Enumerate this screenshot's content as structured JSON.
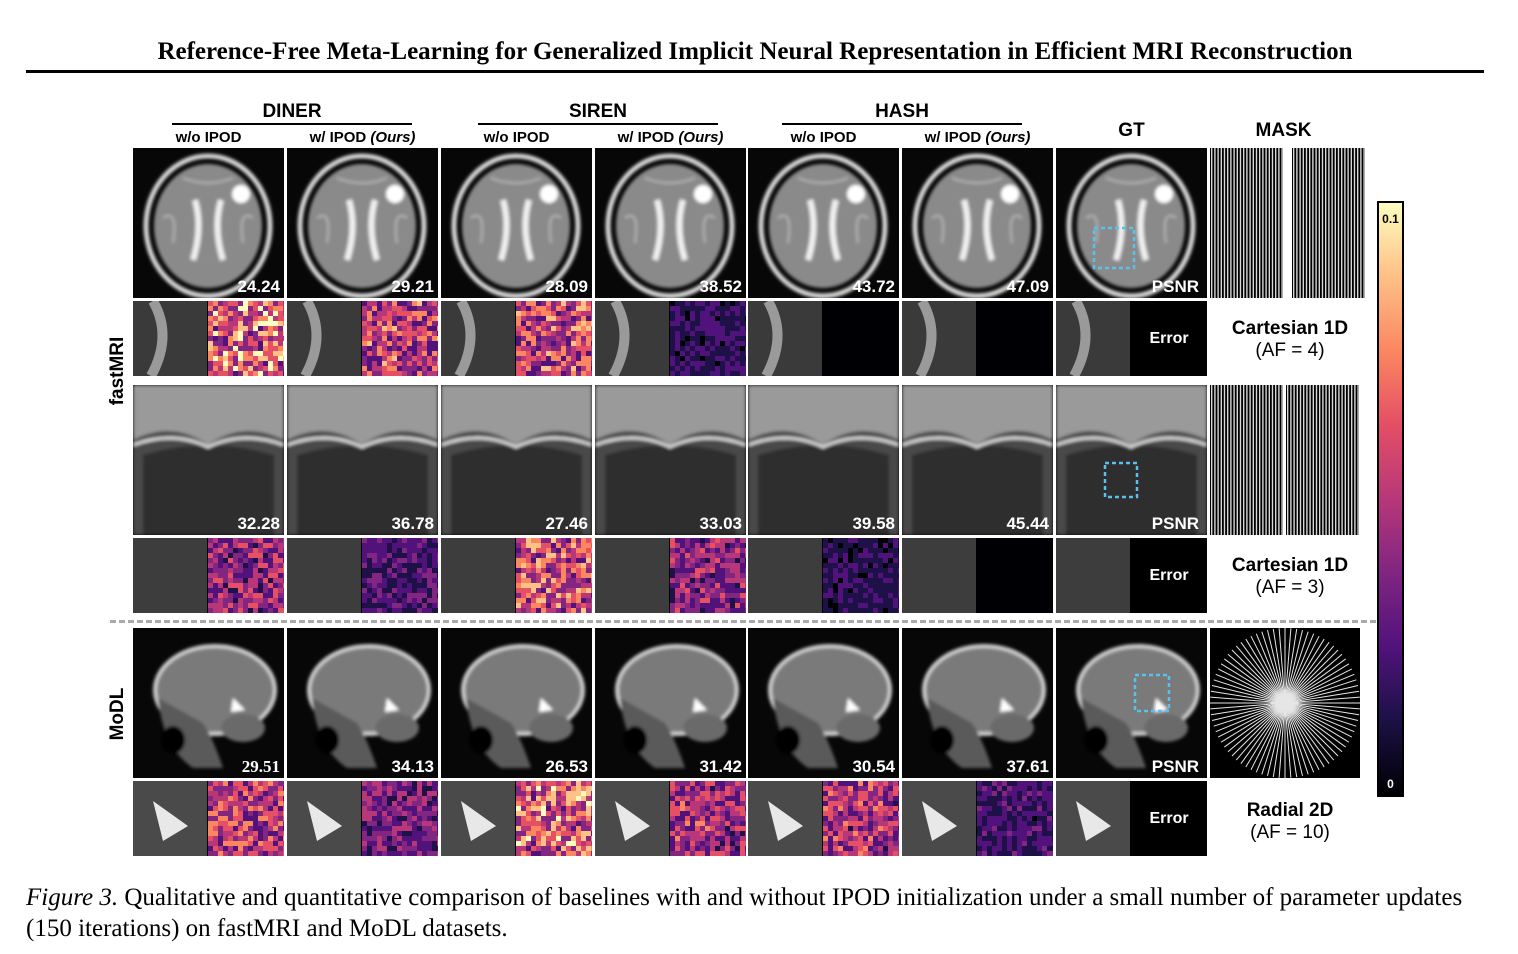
{
  "title": "Reference-Free Meta-Learning for Generalized Implicit Neural Representation in Efficient MRI Reconstruction",
  "methods": [
    {
      "name": "DINER",
      "wo": "w/o IPOD",
      "w": "w/ IPOD ",
      "ours": "(Ours)"
    },
    {
      "name": "SIREN",
      "wo": "w/o IPOD",
      "w": "w/ IPOD ",
      "ours": "(Ours)"
    },
    {
      "name": "HASH",
      "wo": "w/o IPOD",
      "w": "w/ IPOD ",
      "ours": "(Ours)"
    }
  ],
  "gt_label": "GT",
  "mask_label": "MASK",
  "datasets": [
    "fastMRI",
    "MoDL"
  ],
  "psnr_label": "PSNR",
  "error_label": "Error",
  "rows": [
    {
      "psnr": [
        "24.24",
        "29.21",
        "28.09",
        "38.52",
        "43.72",
        "47.09"
      ],
      "mask_name": "Cartesian 1D",
      "af": "(AF = 4)",
      "mask_type": "cartesian"
    },
    {
      "psnr": [
        "32.28",
        "36.78",
        "27.46",
        "33.03",
        "39.58",
        "45.44"
      ],
      "mask_name": "Cartesian 1D",
      "af": "(AF = 3)",
      "mask_type": "cartesian"
    },
    {
      "psnr": [
        "29.51",
        "34.13",
        "26.53",
        "31.42",
        "30.54",
        "37.61"
      ],
      "mask_name": "Radial 2D",
      "af": "(AF = 10)",
      "mask_type": "radial"
    }
  ],
  "colorbar": {
    "max": "0.1",
    "min": "0",
    "colormap": "magma"
  },
  "caption": {
    "label": "Figure 3.",
    "text": " Qualitative and quantitative comparison of baselines with and without IPOD initialization under a small number of parameter updates (150 iterations) on fastMRI and MoDL datasets."
  },
  "colors": {
    "roi_box": "#5bc0eb",
    "dashed_separator": "#aaaaaa"
  }
}
